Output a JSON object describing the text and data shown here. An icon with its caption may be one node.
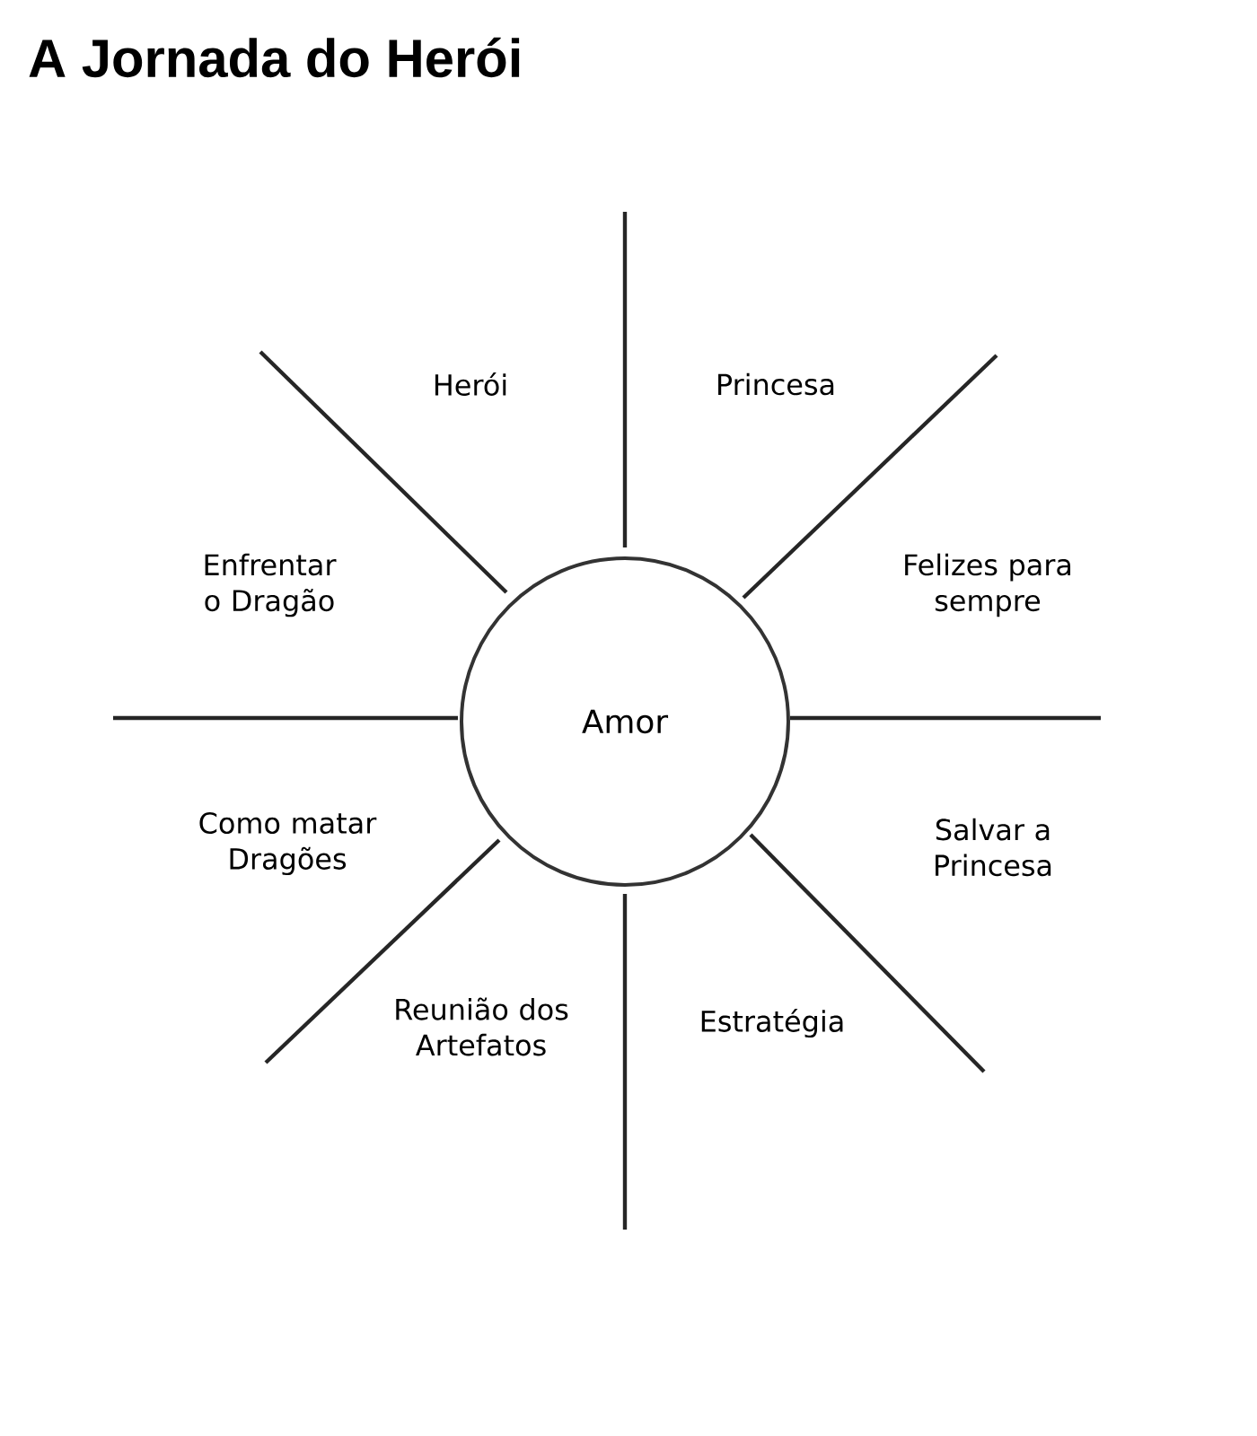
{
  "diagram": {
    "title": "A Jornada do Herói",
    "nodes": [
      {
        "text": [
          "Amor"
        ]
      }
    ],
    "labels": [
      "Herói",
      "Princesa",
      "Enfrentar o Dragão",
      "Felizes para sempre",
      "Como matar Dragões",
      "Salvar a Princesa",
      "Reunião dos Artefatos",
      "Estratégia"
    ]
  }
}
